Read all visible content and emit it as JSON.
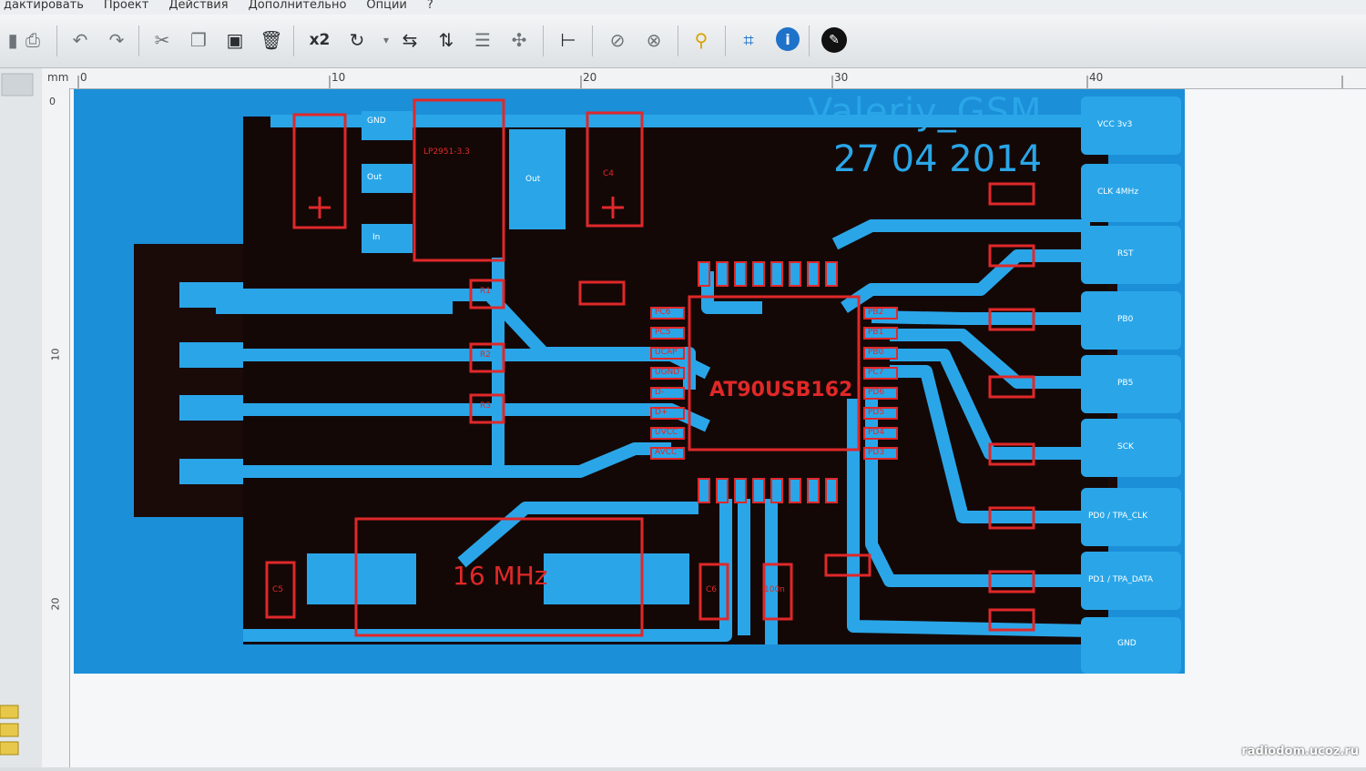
{
  "menu": {
    "items": [
      "дактировать",
      "Проект",
      "Действия",
      "Дополнительно",
      "Опции",
      "?"
    ]
  },
  "toolbar": {
    "zoom_label": "x2"
  },
  "ruler": {
    "unit": "mm",
    "top_ticks": [
      "0",
      "10",
      "20",
      "30",
      "40"
    ],
    "left_ticks": [
      "0",
      "10",
      "20"
    ]
  },
  "board": {
    "title": "Valeriy_GSM",
    "date": "27 04 2014",
    "chip": "AT90USB162",
    "crystal": "16 MHz",
    "left_pads": [
      "GND",
      "Out",
      "In"
    ],
    "mid_pad": "Out",
    "regulator": "LP2951-3.3",
    "right_pads": [
      "VCC 3v3",
      "CLK 4MHz",
      "RST",
      "PB0",
      "PB5",
      "SCK",
      "PD0 / TPA_CLK",
      "PD1 / TPA_DATA",
      "GND"
    ],
    "resistors": [
      "R1",
      "R2",
      "R3"
    ],
    "caps": [
      "C4",
      "C5",
      "C6",
      "100n"
    ],
    "chip_left_pins": [
      "PC6",
      "PC5",
      "UCAP",
      "UGND",
      "D-",
      "D+",
      "UVCC",
      "AVCC"
    ],
    "chip_right_pins": [
      "PB2",
      "PB1",
      "PB0",
      "PC7",
      "PD6",
      "PD5",
      "PD4",
      "PD3"
    ]
  },
  "watermark": "radiodom.ucoz.ru"
}
